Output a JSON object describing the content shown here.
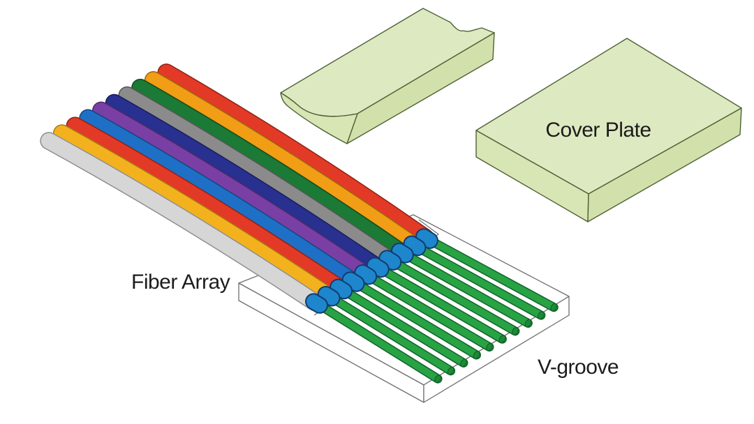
{
  "diagram": {
    "labels": {
      "fiber_array": "Fiber Array",
      "cover_plate": "Cover Plate",
      "v_groove": "V-groove"
    },
    "fibers": [
      {
        "name": "light-gray",
        "jacket": "#d6d6d6",
        "outline": "#8f8f8f"
      },
      {
        "name": "gold",
        "jacket": "#f3b21d",
        "outline": "#a87a12"
      },
      {
        "name": "red",
        "jacket": "#e23a26",
        "outline": "#8f2114"
      },
      {
        "name": "blue",
        "jacket": "#1e70c6",
        "outline": "#12477e"
      },
      {
        "name": "purple",
        "jacket": "#7a3fa5",
        "outline": "#4d2969"
      },
      {
        "name": "navy",
        "jacket": "#283090",
        "outline": "#191e5c"
      },
      {
        "name": "gray",
        "jacket": "#8b8b8b",
        "outline": "#565656"
      },
      {
        "name": "dark-green",
        "jacket": "#1b7a35",
        "outline": "#104a20"
      },
      {
        "name": "orange",
        "jacket": "#f19d15",
        "outline": "#9c650d"
      },
      {
        "name": "red-2",
        "jacket": "#e23a26",
        "outline": "#8f2114"
      }
    ],
    "colors": {
      "background": "#ffffff",
      "bare_fiber": "#28a344",
      "bare_fiber_outline": "#11632a",
      "fiber_end_cap": "#1d8a36",
      "ring": "#1d86cd",
      "ring_outline": "#143a6d",
      "block_top": "#dde9c0",
      "block_left": "#d8e5b5",
      "block_right": "#d2e0ab",
      "block_outline": "#4f6035",
      "substrate_fill": "#ffffff",
      "substrate_outline": "#6e6e6e",
      "label_color": "#1c1c1c"
    }
  }
}
